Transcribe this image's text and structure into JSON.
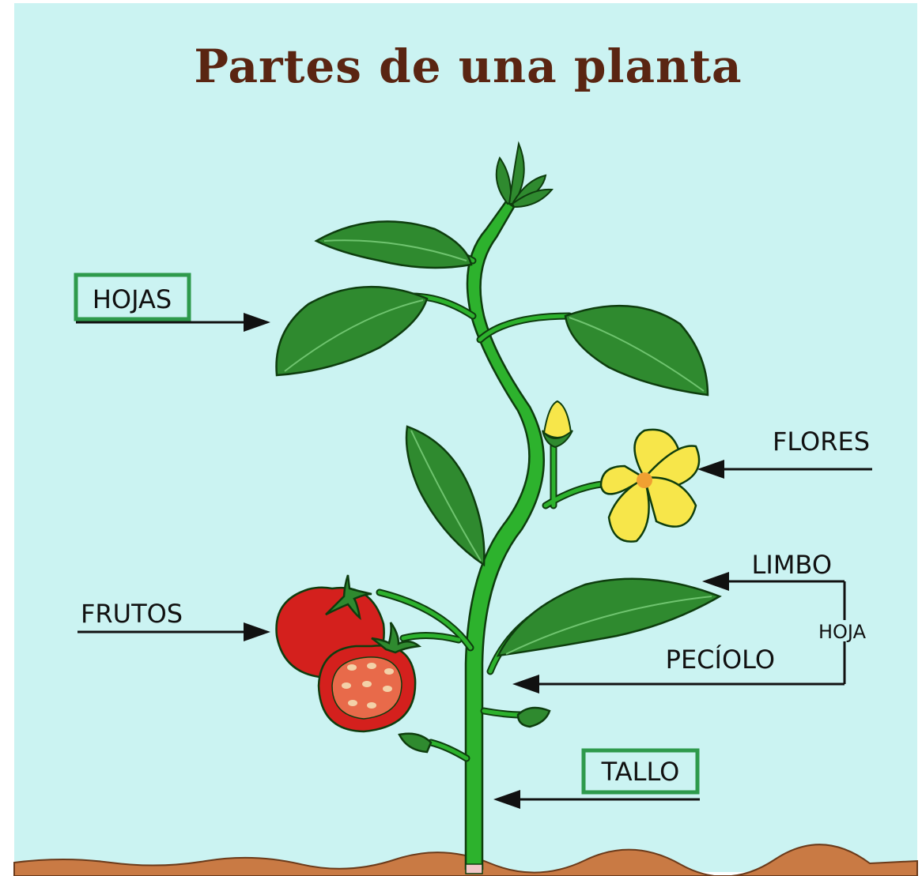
{
  "title": "Partes de una planta",
  "labels": {
    "hojas": "HOJAS",
    "flores": "FLORES",
    "limbo": "LIMBO",
    "hoja": "HOJA",
    "peciolo": "PECÍOLO",
    "frutos": "FRUTOS",
    "tallo": "TALLO"
  },
  "colors": {
    "background": "#cbf3f2",
    "title": "#5a2512",
    "stem": "#2db22d",
    "leaf": "#2f8a2f",
    "leaf_dark": "#1c5d1c",
    "flower": "#f7e64a",
    "flower_center": "#f0a032",
    "fruit": "#d4201d",
    "soil": "#c97a44",
    "label_box": "#2e9a4c",
    "arrow": "#111111"
  }
}
